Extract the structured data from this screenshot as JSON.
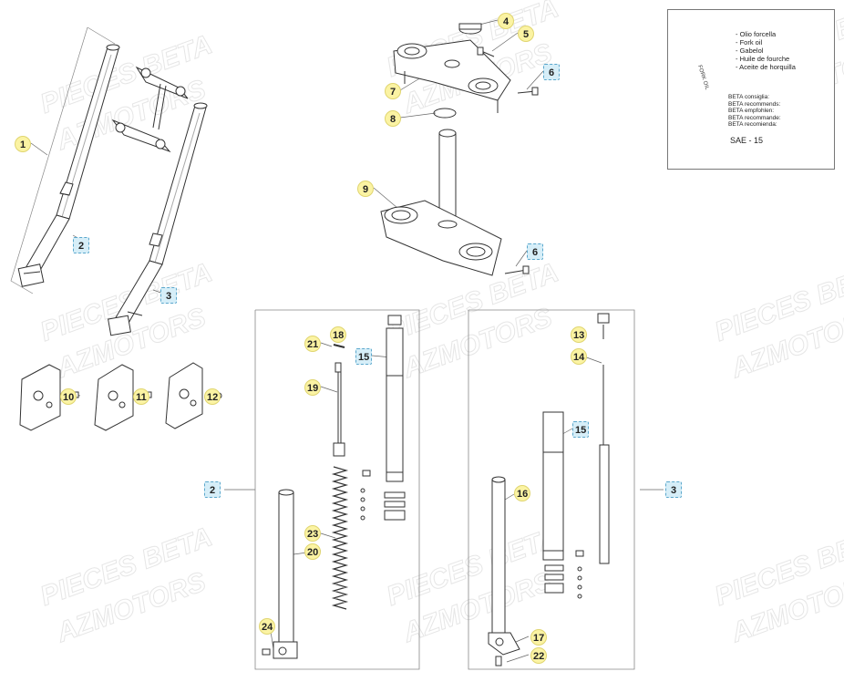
{
  "watermark": {
    "line1": "PIECES BETA",
    "line2": "AZMOTORS"
  },
  "oil_info": {
    "bottle_label": "FORK OIL",
    "names": [
      "- Olio forcella",
      "- Fork oil",
      "- Gabelol",
      "- Huile de fourche",
      "- Aceite de horquilla"
    ],
    "recommend": [
      "BETA consiglia:",
      "BETA recommends:",
      "BETA empfohlen:",
      "BETA recommande:",
      "BETA recomienda:"
    ],
    "grade": "SAE - 15"
  },
  "callouts": [
    {
      "n": "1",
      "style": "yellow"
    },
    {
      "n": "2",
      "style": "blue"
    },
    {
      "n": "3",
      "style": "blue"
    },
    {
      "n": "4",
      "style": "yellow"
    },
    {
      "n": "5",
      "style": "yellow"
    },
    {
      "n": "6",
      "style": "blue"
    },
    {
      "n": "7",
      "style": "yellow"
    },
    {
      "n": "8",
      "style": "yellow"
    },
    {
      "n": "9",
      "style": "yellow"
    },
    {
      "n": "6",
      "style": "blue"
    },
    {
      "n": "10",
      "style": "yellow"
    },
    {
      "n": "11",
      "style": "yellow"
    },
    {
      "n": "12",
      "style": "yellow"
    },
    {
      "n": "18",
      "style": "yellow"
    },
    {
      "n": "15",
      "style": "blue"
    },
    {
      "n": "21",
      "style": "yellow"
    },
    {
      "n": "19",
      "style": "yellow"
    },
    {
      "n": "13",
      "style": "yellow"
    },
    {
      "n": "14",
      "style": "yellow"
    },
    {
      "n": "15",
      "style": "blue"
    },
    {
      "n": "2",
      "style": "blue"
    },
    {
      "n": "3",
      "style": "blue"
    },
    {
      "n": "16",
      "style": "yellow"
    },
    {
      "n": "23",
      "style": "yellow"
    },
    {
      "n": "20",
      "style": "yellow"
    },
    {
      "n": "24",
      "style": "yellow"
    },
    {
      "n": "17",
      "style": "yellow"
    },
    {
      "n": "22",
      "style": "yellow"
    }
  ]
}
